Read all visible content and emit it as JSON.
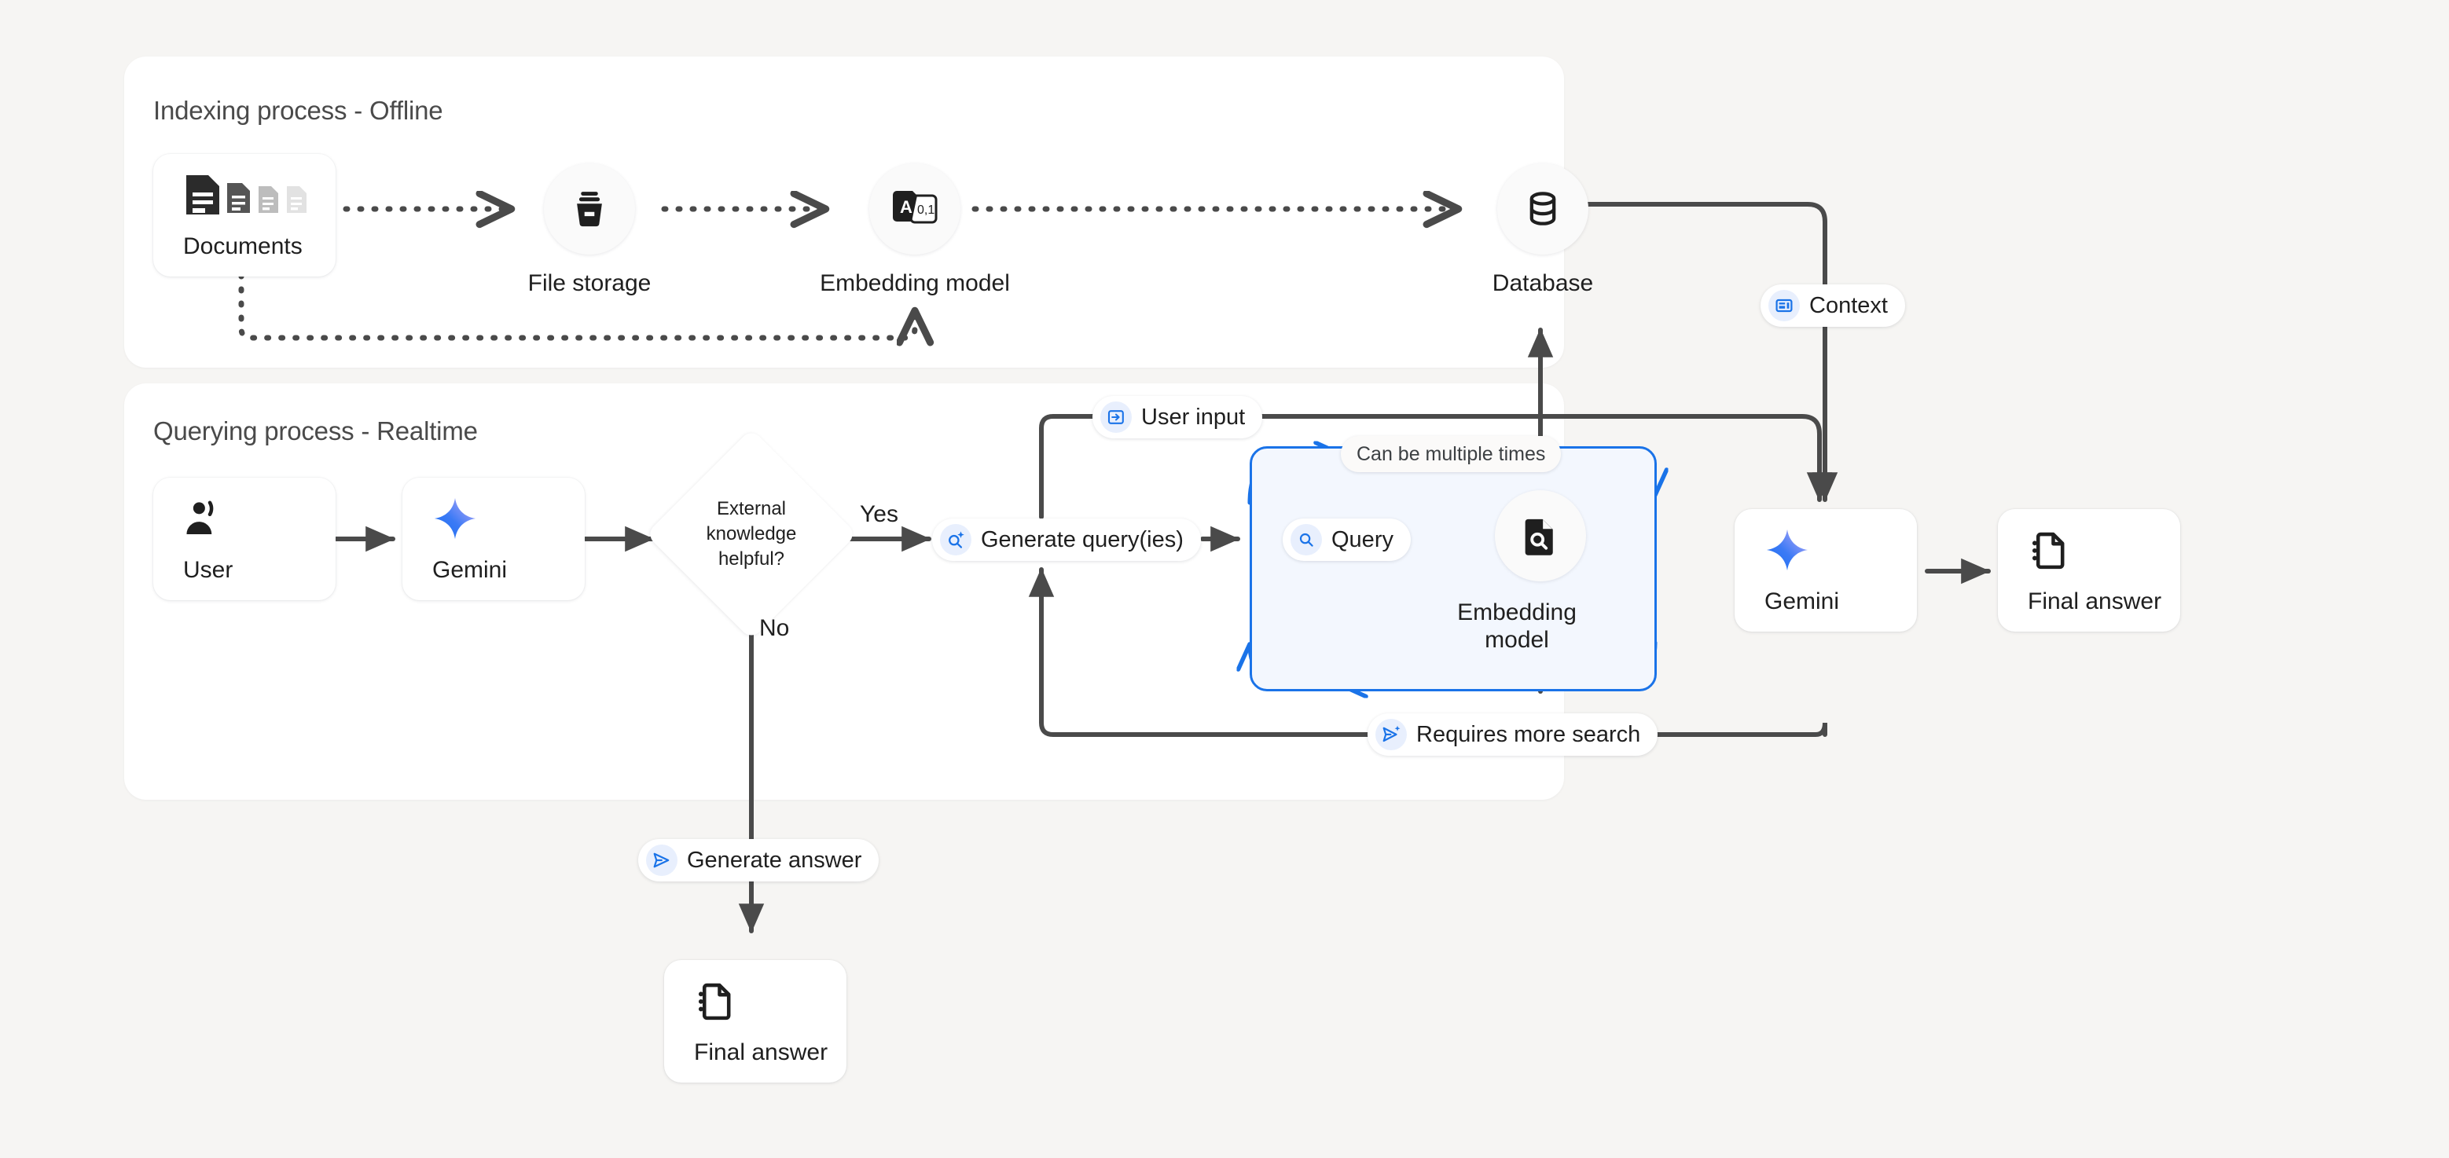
{
  "colors": {
    "background": "#f6f5f3",
    "panel": "#ffffff",
    "accent_blue": "#1a73e8",
    "loop_fill": "#f3f7fe",
    "wire": "#4a4a4a",
    "gemini_gradient_start": "#1b6ef3",
    "gemini_gradient_end": "#b39ef7"
  },
  "panels": {
    "indexing": {
      "title": "Indexing process - Offline"
    },
    "querying": {
      "title": "Querying process - Realtime"
    }
  },
  "indexing": {
    "documents": {
      "label": "Documents",
      "icon": "documents-icon"
    },
    "file_storage": {
      "label": "File storage",
      "icon": "file-storage-icon"
    },
    "embedding_model": {
      "label": "Embedding model",
      "icon": "embedding-model-icon",
      "icon_text_a": "A",
      "icon_text_b": "0,1"
    },
    "database": {
      "label": "Database",
      "icon": "database-icon"
    }
  },
  "querying": {
    "user": {
      "label": "User",
      "icon": "user-icon"
    },
    "gemini": {
      "label": "Gemini",
      "icon": "gemini-sparkle-icon"
    },
    "decision": {
      "text": "External knowledge helpful?",
      "line1": "External",
      "line2": "knowledge",
      "line3": "helpful?"
    },
    "branch_yes": "Yes",
    "branch_no": "No",
    "generate_queries": {
      "label": "Generate query(ies)",
      "icon": "search-sparkle-icon"
    },
    "query": {
      "label": "Query",
      "icon": "search-icon"
    },
    "loop_note": "Can be multiple times",
    "embedding_model": {
      "line1": "Embedding",
      "line2": "model",
      "icon": "document-search-icon"
    },
    "user_input": {
      "label": "User input",
      "icon": "login-icon"
    },
    "context": {
      "label": "Context",
      "icon": "context-article-icon"
    },
    "requires_more_search": {
      "label": "Requires more search",
      "icon": "send-sparkle-icon"
    },
    "generate_answer": {
      "label": "Generate answer",
      "icon": "send-icon"
    },
    "final_gemini": {
      "label": "Gemini",
      "icon": "gemini-sparkle-icon"
    },
    "final_answer_right": {
      "label": "Final answer",
      "icon": "answer-doc-icon"
    },
    "final_answer_bottom": {
      "label": "Final answer",
      "icon": "answer-doc-icon"
    }
  }
}
